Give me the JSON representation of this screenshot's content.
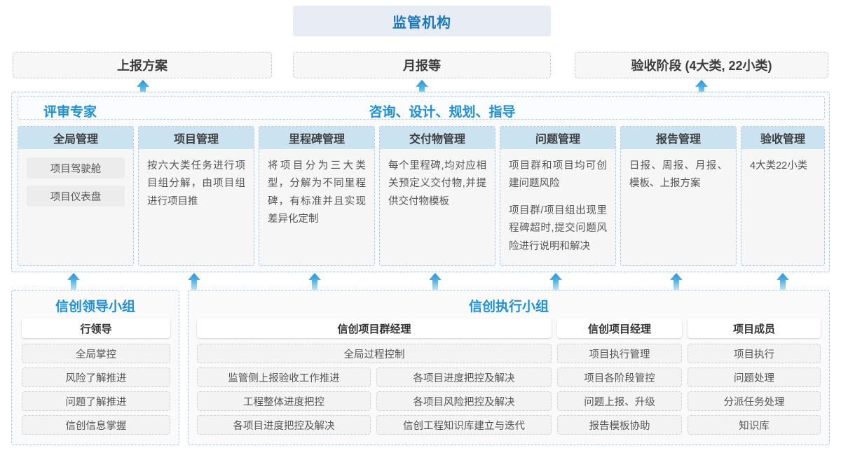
{
  "top": {
    "regulator": "监管机构",
    "report_boxes": [
      {
        "label": "上报方案"
      },
      {
        "label": "月报等"
      },
      {
        "label": "验收阶段 (4大类, 22小类)"
      }
    ]
  },
  "mid": {
    "header_left": "评审专家",
    "header_right": "咨询、设计、规划、指导",
    "cards": [
      {
        "title": "全局管理",
        "pills": [
          "项目驾驶舱",
          "项目仪表盘"
        ],
        "paragraphs": []
      },
      {
        "title": "项目管理",
        "pills": [],
        "paragraphs": [
          "按六大类任务进行项目组分解，由项目组进行项目推"
        ]
      },
      {
        "title": "里程碑管理",
        "pills": [],
        "paragraphs": [
          "将项目分为三大类型，分解为不同里程碑，有标准并且实现差异化定制"
        ]
      },
      {
        "title": "交付物管理",
        "pills": [],
        "paragraphs": [
          "每个里程碑,均对应相关预定义交付物,并提供交付物模板"
        ]
      },
      {
        "title": "问题管理",
        "pills": [],
        "paragraphs": [
          "项目群和项目均可创建问题风险",
          "项目群/项目组出现里程碑超时,提交问题风险进行说明和解决"
        ]
      },
      {
        "title": "报告管理",
        "pills": [],
        "paragraphs": [
          "日报、周报、月报、模板、上报方案"
        ]
      },
      {
        "title": "验收管理",
        "pills": [],
        "paragraphs": [
          "4大类22小类"
        ]
      }
    ]
  },
  "bottom": {
    "left_group": {
      "title": "信创领导小组",
      "role": "行领导",
      "tasks": [
        "全局掌控",
        "风险了解推进",
        "问题了解推进",
        "信创信息掌握"
      ]
    },
    "right_group": {
      "title": "信创执行小组",
      "roles": [
        {
          "name": "信创项目群经理",
          "full_width_task": "全局过程控制",
          "tasks_left": [
            "监管侧上报验收工作推进",
            "工程整体进度把控",
            "各项目进度把控及解决"
          ],
          "tasks_right": [
            "各项目进度把控及解决",
            "各项目风险把控及解决",
            "信创工程知识库建立与迭代"
          ]
        },
        {
          "name": "信创项目经理",
          "tasks": [
            "项目执行管理",
            "项目各阶段管控",
            "问题上报、升级",
            "报告模板协助"
          ]
        },
        {
          "name": "项目成员",
          "tasks": [
            "项目执行",
            "问题处理",
            "分派任务处理",
            "知识库"
          ]
        }
      ]
    }
  },
  "colors": {
    "accent_blue": "#1c90e0",
    "regulator_bg": "#e7ecf5",
    "card_head_bg": "#cbe2f1",
    "arrow_blue": "#2b90d9"
  }
}
